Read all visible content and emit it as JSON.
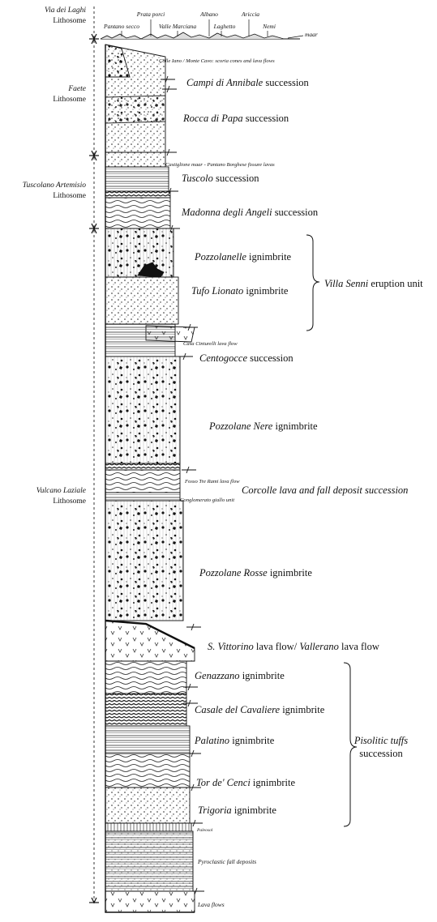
{
  "lithosomes": [
    {
      "line1": "Via dei Laghi",
      "line2": "Lithosome"
    },
    {
      "line1": "Faete",
      "line2": "Lithosome"
    },
    {
      "line1": "Tuscolano Artemisio",
      "line2": "Lithosome"
    },
    {
      "line1": "Vulcano Laziale",
      "line2": "Lithosome"
    }
  ],
  "top_locations": [
    "Pantano secco",
    "Prata porci",
    "Valle Marciana",
    "Albano",
    "Laghetto",
    "Ariccia",
    "Nemi"
  ],
  "maar_label": "maar",
  "units": [
    {
      "name": "Colle Iano / Monte Cavo: scoria cones and lava flows",
      "suffix": ""
    },
    {
      "name": "Campi di Annibale",
      "suffix": "succession"
    },
    {
      "name": "Rocca di Papa",
      "suffix": "succession"
    },
    {
      "name": "Castiglione maar - Pantano Borghese fissure lavas",
      "suffix": ""
    },
    {
      "name": "Tuscolo",
      "suffix": "succession"
    },
    {
      "name": "Madonna degli Angeli",
      "suffix": "succession"
    },
    {
      "name": "Pozzolanelle",
      "suffix": "ignimbrite"
    },
    {
      "name": "Tufo Lionato",
      "suffix": "ignimbrite"
    },
    {
      "name": "Casa Cinturelli lava flow",
      "suffix": ""
    },
    {
      "name": "Centogocce",
      "suffix": "succession"
    },
    {
      "name": "Pozzolane Nere",
      "suffix": "ignimbrite"
    },
    {
      "name": "Fosso Tre Rami lava flow",
      "suffix": ""
    },
    {
      "name": "Corcolle lava and fall deposit",
      "suffix": "succession"
    },
    {
      "name": "Conglomerato giallo unit",
      "suffix": ""
    },
    {
      "name": "Pozzolane Rosse",
      "suffix": "ignimbrite"
    },
    {
      "name": "S. Vittorino",
      "suffix": "lava flow/"
    },
    {
      "name": "Vallerano",
      "suffix": "lava flow"
    },
    {
      "name": "Genazzano",
      "suffix": "ignimbrite"
    },
    {
      "name": "Casale del Cavaliere",
      "suffix": "ignimbrite"
    },
    {
      "name": "Palatino",
      "suffix": "ignimbrite"
    },
    {
      "name": "Tor de' Cenci",
      "suffix": "ignimbrite"
    },
    {
      "name": "Trigoria",
      "suffix": "ignimbrite"
    },
    {
      "name": "Paleosol",
      "suffix": ""
    },
    {
      "name": "Pyroclastic fall deposits",
      "suffix": ""
    },
    {
      "name": "Lava flows",
      "suffix": ""
    }
  ],
  "groups": [
    {
      "name": "Villa Senni",
      "suffix": "eruption unit"
    },
    {
      "name": "Pisolitic tuffs",
      "suffix": "succession"
    }
  ]
}
